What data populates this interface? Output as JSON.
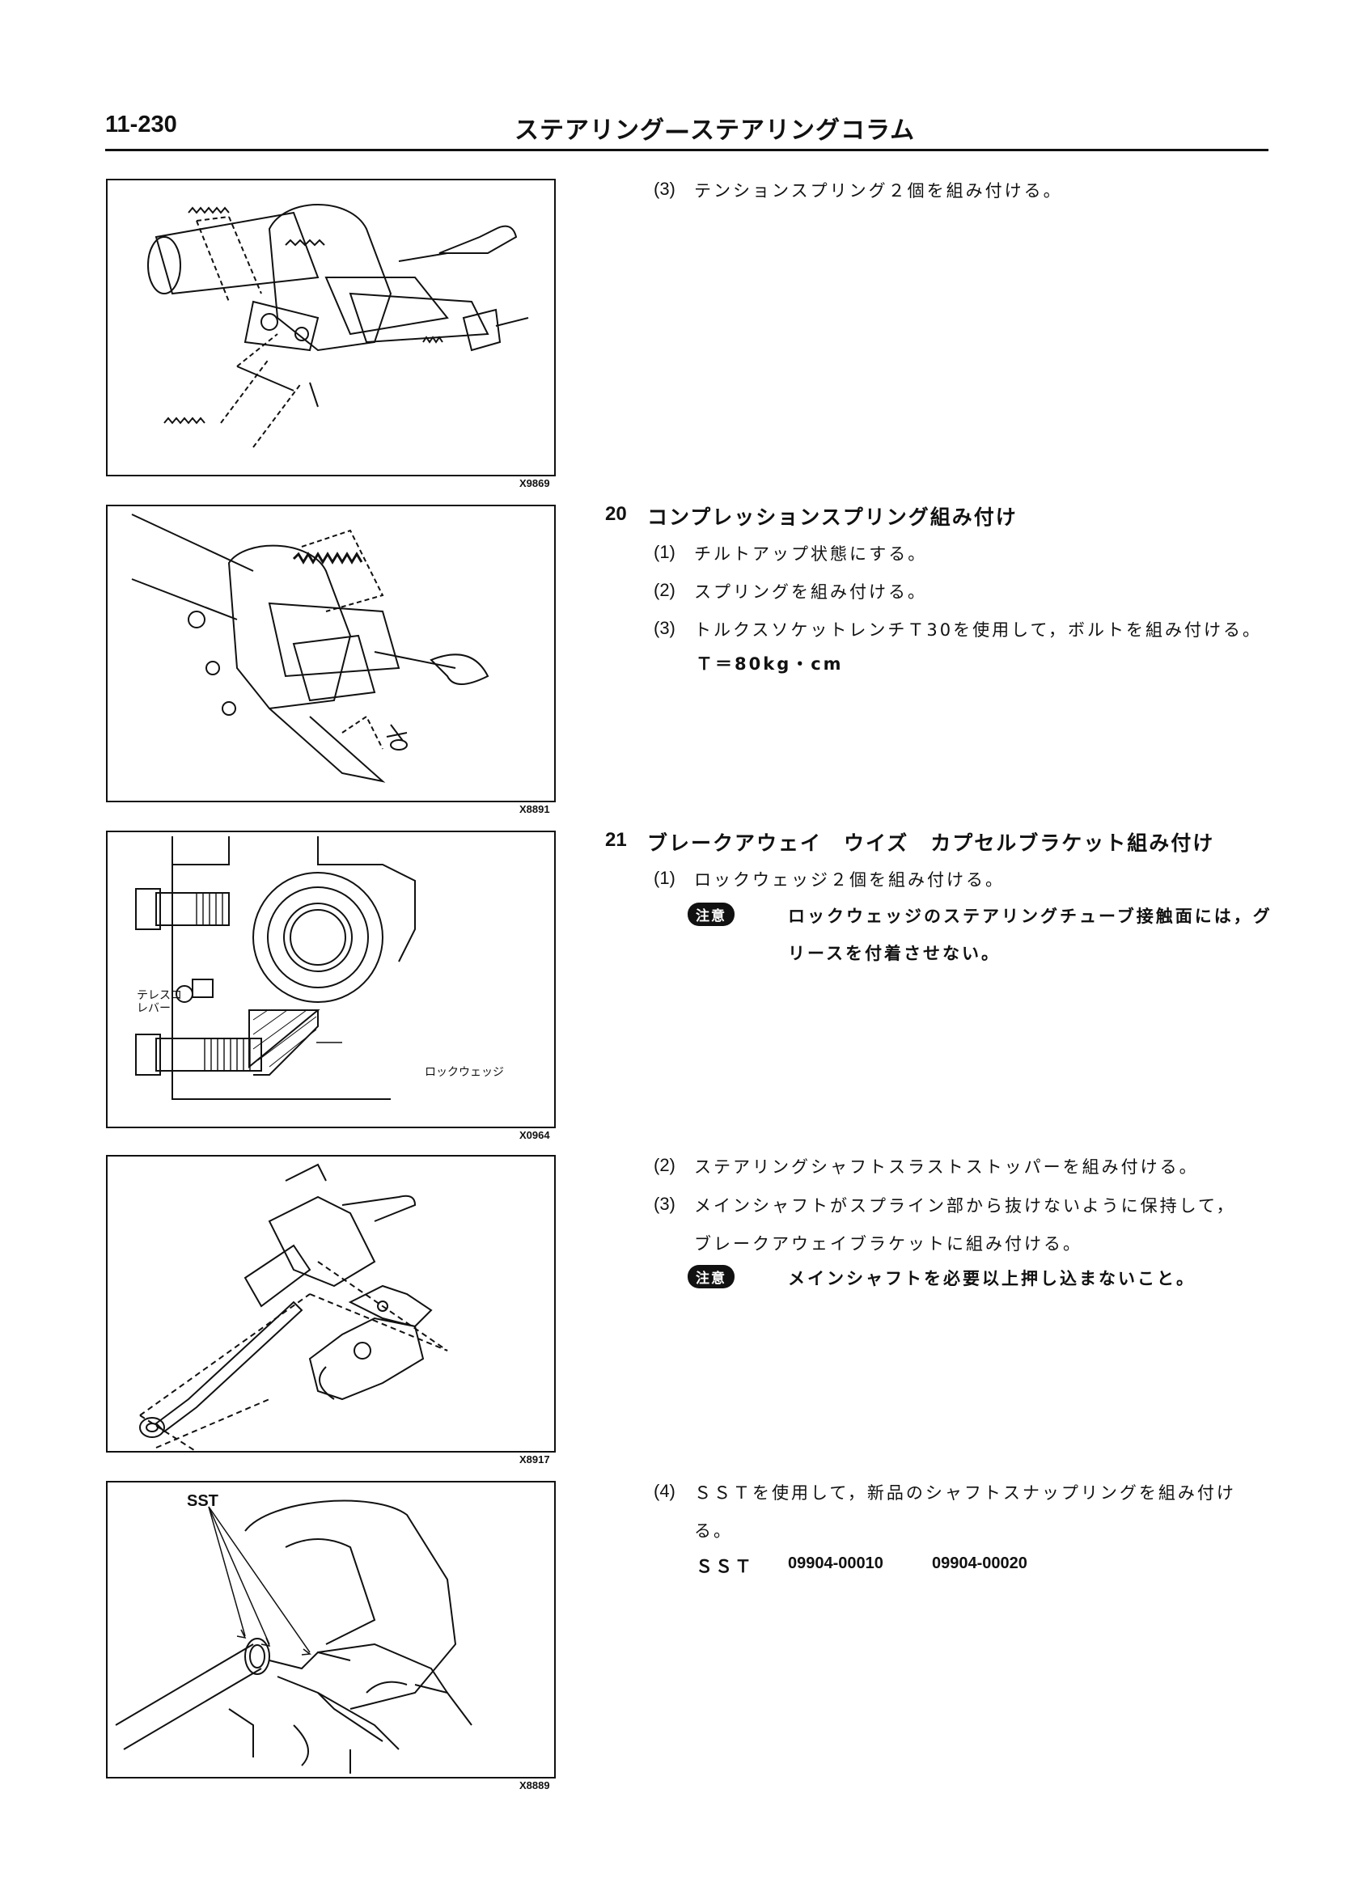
{
  "header": {
    "page_number": "11-230",
    "title": "ステアリング—ステアリングコラム"
  },
  "figures": {
    "fig1": {
      "code": "X9869"
    },
    "fig2": {
      "code": "X8891"
    },
    "fig3": {
      "code": "X0964",
      "label_telesco": [
        "テレスコ",
        "レバー"
      ],
      "label_wedge": "ロックウェッジ"
    },
    "fig4": {
      "code": "X8917"
    },
    "fig5": {
      "code": "X8889",
      "label_sst": "SST"
    }
  },
  "section_prev": {
    "step3": {
      "num": "(3)",
      "text": "テンションスプリング２個を組み付ける。"
    }
  },
  "section20": {
    "number": "20",
    "title": "コンプレッションスプリング組み付け",
    "steps": [
      {
        "num": "(1)",
        "text": "チルトアップ状態にする。"
      },
      {
        "num": "(2)",
        "text": "スプリングを組み付ける。"
      },
      {
        "num": "(3)",
        "text": "トルクスソケットレンチＴ30を使用して，ボルトを組み付ける。"
      }
    ],
    "torque": "Ｔ＝80kg・cm"
  },
  "section21": {
    "number": "21",
    "title": "ブレークアウェイ　ウイズ　カプセルブラケット組み付け",
    "step1": {
      "num": "(1)",
      "text": "ロックウェッジ２個を組み付ける。"
    },
    "note1": {
      "badge": "注意",
      "line1": "ロックウェッジのステアリングチューブ接触面には，グ",
      "line2": "リースを付着させない。"
    },
    "step2": {
      "num": "(2)",
      "text": "ステアリングシャフトスラストストッパーを組み付ける。"
    },
    "step3": {
      "num": "(3)",
      "line1": "メインシャフトがスプライン部から抜けないように保持して，",
      "line2": "ブレークアウェイブラケットに組み付ける。"
    },
    "note2": {
      "badge": "注意",
      "text": "メインシャフトを必要以上押し込まないこと。"
    },
    "step4": {
      "num": "(4)",
      "line1": "ＳＳＴを使用して，新品のシャフトスナップリングを組み付け",
      "line2": "る。"
    },
    "sst": {
      "label": "ＳＳＴ",
      "code1": "09904-00010",
      "code2": "09904-00020"
    }
  }
}
